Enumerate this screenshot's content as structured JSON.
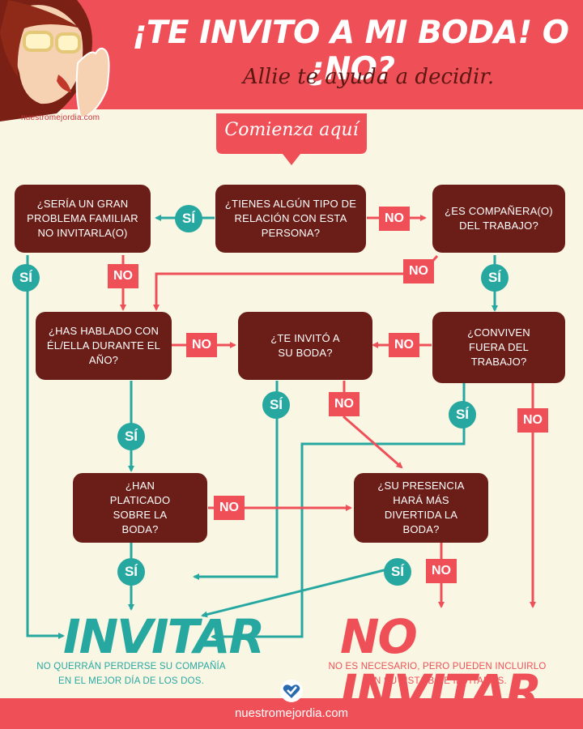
{
  "header": {
    "title": "¡TE INVITO A MI BODA! O ¿NO?",
    "subtitle": "Allie te ayuda a decidir.",
    "site_small": "nuestromejordia.com"
  },
  "start_label": "Comienza aquí",
  "questions": {
    "relation": "¿TIENES ALGÚN TIPO DE RELACIÓN CON ESTA PERSONA?",
    "family": "¿SERÍA UN GRAN PROBLEMA FAMILIAR NO INVITARLA(O)",
    "coworker": "¿ES COMPAÑERA(O) DEL TRABAJO?",
    "talked": "¿HAS HABLADO CON ÉL/ELLA DURANTE EL  AÑO?",
    "invited_you": "¿TE INVITÓ A SU BODA?",
    "live_outside": "¿CONVIVEN FUERA DEL TRABAJO?",
    "chatted_wedding": "¿HAN PLATICADO SOBRE LA BODA?",
    "more_fun": "¿SU PRESENCIA HARÁ MÁS DIVERTIDA LA BODA?"
  },
  "answers": {
    "yes": "SÍ",
    "no": "NO"
  },
  "results": {
    "invite": "INVITAR",
    "invite_desc_1": "NO QUERRÁN PERDERSE SU COMPAÑÍA",
    "invite_desc_2": "EN EL MEJOR DÍA DE LOS DOS.",
    "no_invite": "NO INVITAR",
    "no_invite_desc_1": "NO ES NECESARIO, PERO PUEDEN INCLUIRLO",
    "no_invite_desc_2": "EN  SU LISTA B DE INVITADOS."
  },
  "footer": {
    "url": "nuestromejordia.com"
  },
  "colors": {
    "background": "#faf6e4",
    "red": "#ef5058",
    "maroon": "#6b1d17",
    "teal": "#26a8a0"
  }
}
